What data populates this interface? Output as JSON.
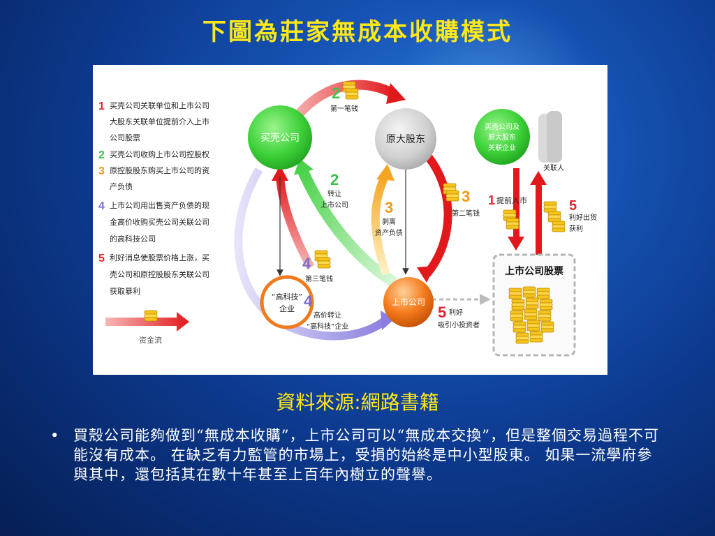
{
  "slide": {
    "title": "下圖為莊家無成本收購模式",
    "source": "資料來源:網路書籍",
    "bullet_symbol": "•",
    "paragraph": "買殼公司能夠做到“無成本收購”，上市公司可以“無成本交換”，但是整個交易過程不可能沒有成本。 在缺乏有力監管的市場上，受損的始終是中小型股東。 如果一流學府參與其中，還包括其在數十年甚至上百年內樹立的聲譽。"
  },
  "diagram": {
    "steps": [
      {
        "num": "1",
        "lines": [
          "买壳公司关联单位和上市公司",
          "大股东关联单位提前介入上市",
          "公司股票"
        ],
        "color": "#e0262b"
      },
      {
        "num": "2",
        "lines": [
          "买壳公司收购上市公司控股权"
        ],
        "color": "#3cc24a"
      },
      {
        "num": "3",
        "lines": [
          "原控股股东购买上市公司的资",
          "产负债"
        ],
        "color": "#f09a16"
      },
      {
        "num": "4",
        "lines": [
          "上市公司用出售资产负债的现",
          "金高价收购买壳公司关联公司",
          "的高科技公司"
        ],
        "color": "#7a6fd0"
      },
      {
        "num": "5",
        "lines": [
          "利好消息使股票价格上涨，买",
          "壳公司和原控股股东关联公司",
          "获取暴利"
        ],
        "color": "#e0262b"
      }
    ],
    "legend_label": "资金流",
    "nodes": {
      "buyer": "买壳公司",
      "original_holder": "原大股东",
      "hightech": [
        "“高科技”",
        "企业"
      ],
      "listed": "上市公司",
      "related": [
        "买壳公司及",
        "原大股东",
        "关联企业"
      ],
      "related_person": "关联人",
      "stock_box": "上市公司股票"
    },
    "arrow_labels": {
      "first_money": {
        "num": "2",
        "text": "第一笔钱"
      },
      "transfer": {
        "num": "2",
        "lines": [
          "转让",
          "上市公司"
        ]
      },
      "strip": {
        "num": "3",
        "lines": [
          "剥离",
          "资产负债"
        ]
      },
      "second_money": {
        "num": "3",
        "text": "第二笔钱"
      },
      "third_money": {
        "num": "4",
        "text": "第三笔钱"
      },
      "high_transfer": {
        "num": "4",
        "lines": [
          "高价转让",
          "“高科技”企业"
        ]
      },
      "early_entry": {
        "num": "1",
        "text": "提前入市"
      },
      "profit": {
        "num": "5",
        "lines": [
          "利好出货",
          "获利"
        ]
      },
      "good_news": {
        "num": "5",
        "lines": [
          "利好",
          "吸引小投资者"
        ]
      }
    }
  }
}
